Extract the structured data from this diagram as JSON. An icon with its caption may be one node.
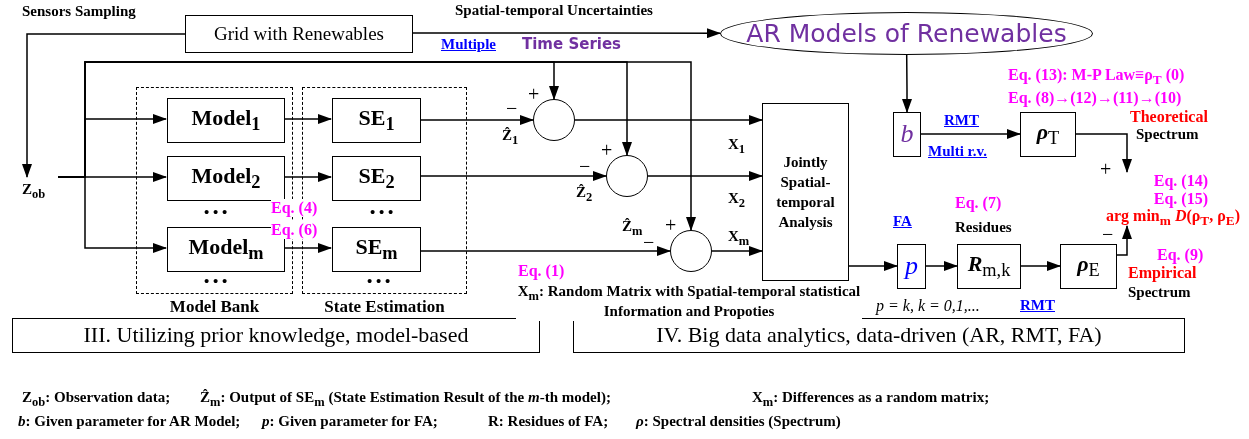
{
  "diagram": {
    "nodes": [
      {
        "text": [
          "Grid with Renewables"
        ]
      },
      {
        "text": [
          "AR Models of Renewables"
        ]
      },
      {
        "text": [
          "Model Bank"
        ]
      },
      {
        "text": [
          "Model$_{1}$"
        ],
        "in": 2
      },
      {
        "text": [
          "Model$_{2}$"
        ],
        "in": 2
      },
      {
        "text": [
          "Model$_{m}$"
        ],
        "in": 2
      },
      {
        "text": [
          "State Estimation"
        ]
      },
      {
        "text": [
          "SE$_{1}$"
        ],
        "in": 6
      },
      {
        "text": [
          "SE$_{2}$"
        ],
        "in": 6
      },
      {
        "text": [
          "SE$_{m}$"
        ],
        "in": 6
      },
      {
        "text": [],
        "shape": "circle"
      },
      {
        "text": [],
        "shape": "circle"
      },
      {
        "text": [],
        "shape": "circle"
      },
      {
        "text": [
          "Jointly Spatial-temporal Analysis"
        ]
      },
      {
        "text": [
          "b"
        ]
      },
      {
        "text": [
          "**ρ**$_{T}$"
        ]
      },
      {
        "text": [
          "p"
        ]
      },
      {
        "text": [
          "**R**$_{m,k}$"
        ]
      },
      {
        "text": [
          "**ρ**$_{E}$"
        ]
      },
      {
        "text": [
          "Z$_{ob}$"
        ]
      },
      {
        "text": [
          "Eq. (14)",
          "Eq. (15)",
          "arg min$_{m}$ *D*(ρ$_{T}$, ρ$_{E}$)"
        ]
      },
      {
        "text": [
          "III. Utilizing prior knowledge, model-based"
        ]
      },
      {
        "text": [
          "IV. Big data analytics, data-driven (AR, RMT, FA)"
        ]
      }
    ],
    "edges": [
      {
        "from": 0,
        "to": 19,
        "arrow": "to"
      },
      {
        "from": 0,
        "to": 1,
        "arrow": "to",
        "label": "Spatial-temporal Uncertainties"
      },
      {
        "from": 19,
        "to": 3,
        "arrow": "to"
      },
      {
        "from": 19,
        "to": 4,
        "arrow": "to"
      },
      {
        "from": 19,
        "to": 5,
        "arrow": "to"
      },
      {
        "from": 3,
        "to": 7,
        "arrow": "to"
      },
      {
        "from": 4,
        "to": 8,
        "arrow": "to"
      },
      {
        "from": 5,
        "to": 9,
        "arrow": "to"
      },
      {
        "from": 7,
        "to": 10,
        "arrow": "to",
        "label": "Ẑ$_{1}$"
      },
      {
        "from": 8,
        "to": 11,
        "arrow": "to",
        "label": "Ẑ$_{2}$"
      },
      {
        "from": 9,
        "to": 12,
        "arrow": "to",
        "label": "Ẑ$_{m}$"
      },
      {
        "from": 19,
        "to": 10,
        "arrow": "to"
      },
      {
        "from": 19,
        "to": 11,
        "arrow": "to"
      },
      {
        "from": 19,
        "to": 12,
        "arrow": "to"
      },
      {
        "from": 10,
        "to": 13,
        "arrow": "to",
        "label": "X$_{1}$"
      },
      {
        "from": 11,
        "to": 13,
        "arrow": "to",
        "label": "X$_{2}$"
      },
      {
        "from": 12,
        "to": 13,
        "arrow": "to",
        "label": "X$_{m}$"
      },
      {
        "from": 1,
        "to": 14,
        "arrow": "to"
      },
      {
        "from": 14,
        "to": 15,
        "arrow": "to",
        "label": "RMT"
      },
      {
        "from": 13,
        "to": 16,
        "arrow": "to"
      },
      {
        "from": 16,
        "to": 17,
        "arrow": "to"
      },
      {
        "from": 17,
        "to": 18,
        "arrow": "to"
      },
      {
        "from": 15,
        "to": 20,
        "arrow": "to"
      },
      {
        "from": 18,
        "to": 20,
        "arrow": "to"
      }
    ],
    "labels": [
      "Sensors Sampling",
      "Multiple",
      "Time Series",
      "+",
      "−",
      "+",
      "−",
      "+",
      "−",
      "• • •",
      "• • •",
      "• • •",
      "• • •",
      "Eq. (4)",
      "Eq. (6)",
      "Eq. (1)",
      "X$_{m}$: Random Matrix with Spatial-temporal statistical Information and Propoties",
      "Eq. (13): M-P Law≡ρ$_{T}$ (0)",
      "Eq. (8)→(12)→(11)→(10)",
      "Theoretical",
      "Spectrum",
      "+",
      "Multi r.v.",
      "FA",
      "Eq. (7)",
      "Residues",
      "p = k, k = 0,1,...",
      "RMT",
      "−",
      "Eq. (9)",
      "Empirical",
      "Spectrum",
      "Z$_{ob}$: Observation data;",
      "Ẑ$_{m}$: Output of SE$_{m}$ (State Estimation Result of the *m*-th model);",
      "X$_{m}$: Differences as a random matrix;",
      "*b*: Given parameter for AR Model;",
      "*p*: Given parameter for FA;",
      "R: Residues of FA;",
      "*ρ*: Spectral densities (Spectrum)"
    ]
  }
}
